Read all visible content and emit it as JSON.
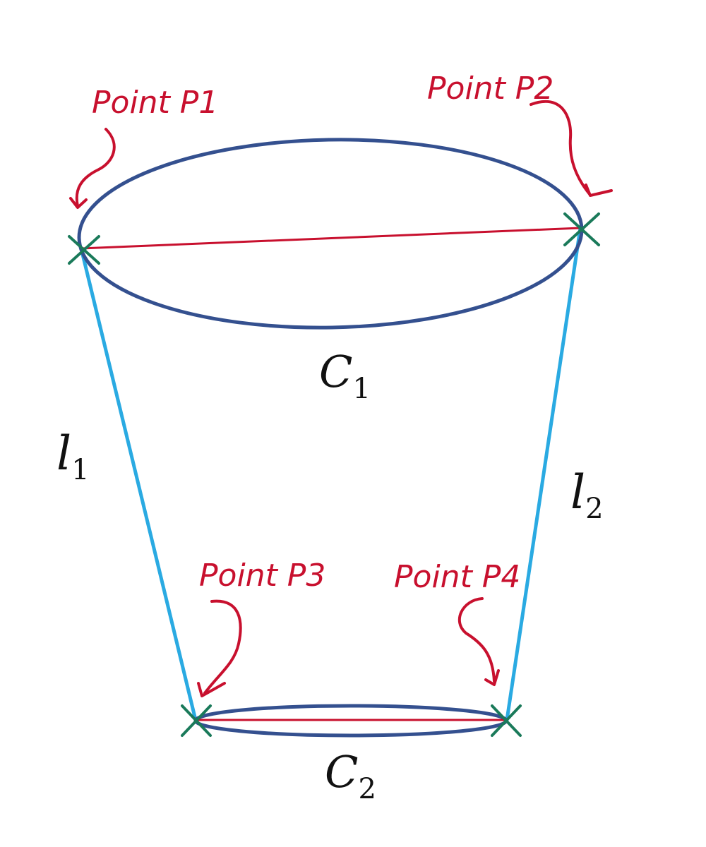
{
  "colors": {
    "ellipse": "#34508f",
    "chord": "#c8102e",
    "side_line": "#2aaae2",
    "marker": "#1a7a5a",
    "annotation": "#c8102e",
    "label": "#111111"
  },
  "labels": {
    "c1": {
      "main": "C",
      "sub": "1"
    },
    "c2": {
      "main": "C",
      "sub": "2"
    },
    "l1": {
      "main": "l",
      "sub": "1"
    },
    "l2": {
      "main": "l",
      "sub": "2"
    }
  },
  "annotations": {
    "p1": "Point P1",
    "p2": "Point P2",
    "p3": "Point P3",
    "p4": "Point P4"
  }
}
